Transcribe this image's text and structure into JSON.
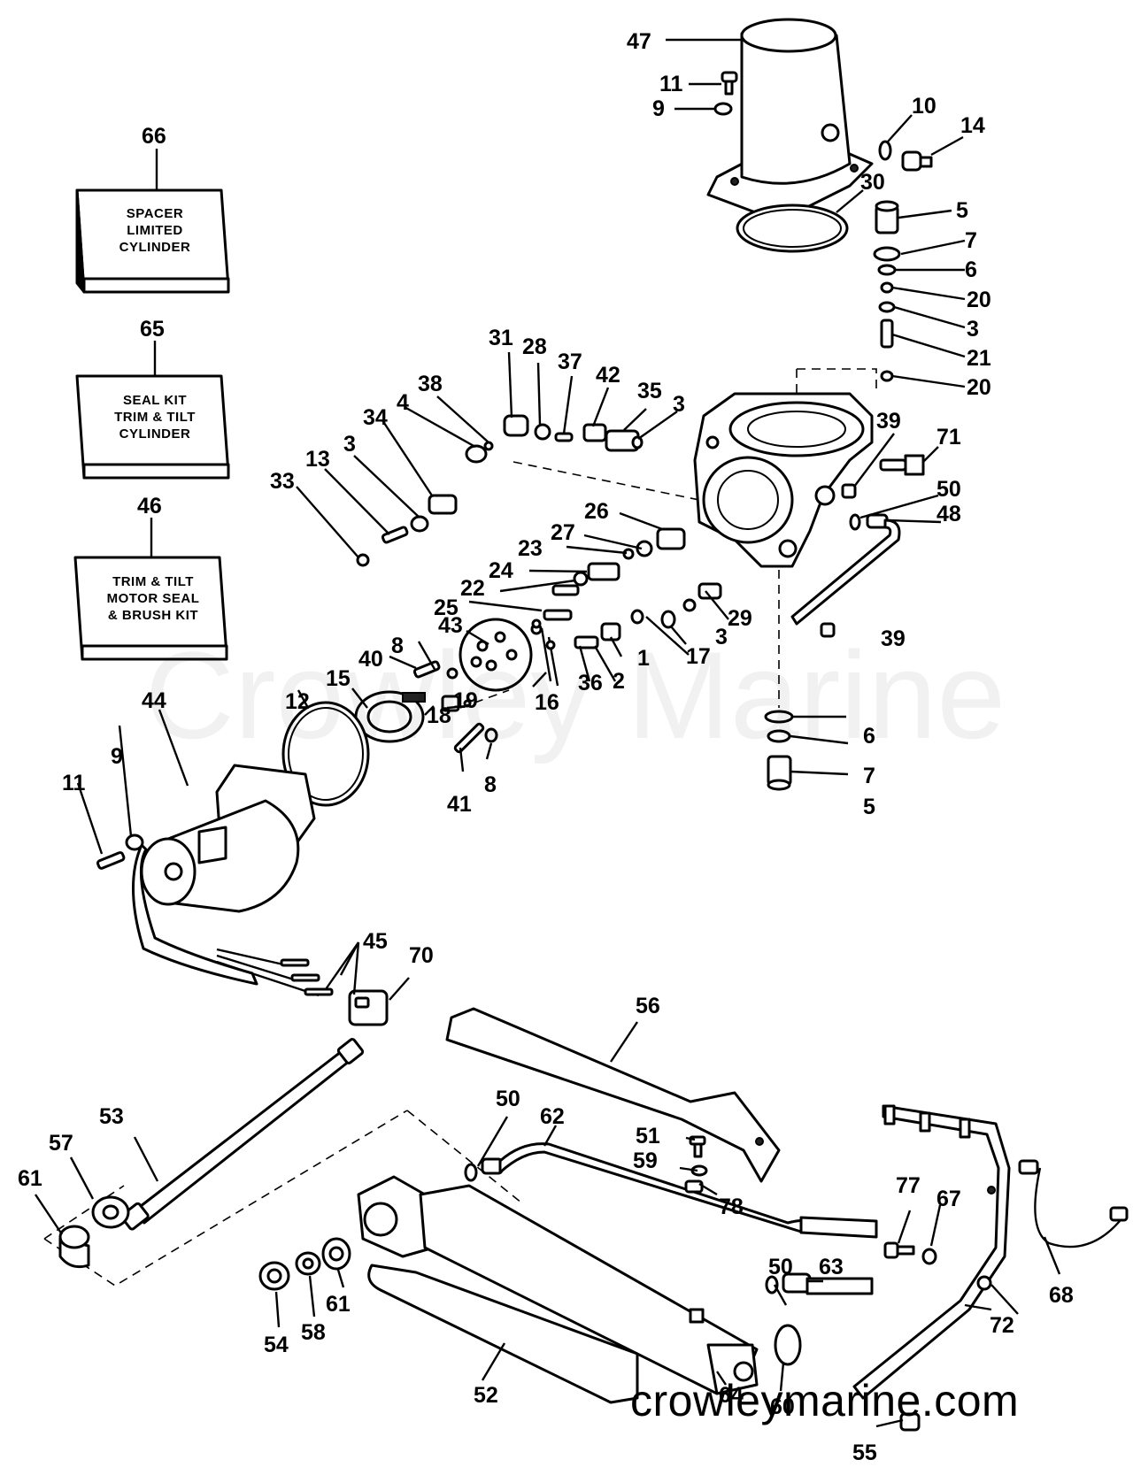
{
  "kit_boxes": [
    {
      "number": "66",
      "lines": [
        "SPACER",
        "LIMITED",
        "CYLINDER"
      ]
    },
    {
      "number": "65",
      "lines": [
        "SEAL KIT",
        "TRIM & TILT",
        "CYLINDER"
      ]
    },
    {
      "number": "46",
      "lines": [
        "TRIM & TILT",
        "MOTOR SEAL",
        "& BRUSH KIT"
      ]
    }
  ],
  "callouts": [
    "47",
    "11",
    "9",
    "10",
    "14",
    "30",
    "5",
    "7",
    "6",
    "20",
    "3",
    "21",
    "20",
    "39",
    "71",
    "50",
    "48",
    "31",
    "28",
    "37",
    "42",
    "35",
    "3",
    "38",
    "4",
    "34",
    "3",
    "13",
    "33",
    "26",
    "27",
    "23",
    "24",
    "22",
    "25",
    "29",
    "39",
    "17",
    "3",
    "1",
    "2",
    "36",
    "16",
    "43",
    "8",
    "40",
    "15",
    "18",
    "19",
    "8",
    "41",
    "12",
    "44",
    "9",
    "11",
    "6",
    "7",
    "5",
    "45",
    "70",
    "56",
    "53",
    "57",
    "61",
    "50",
    "62",
    "51",
    "59",
    "78",
    "77",
    "67",
    "68",
    "72",
    "50",
    "63",
    "54",
    "58",
    "61",
    "52",
    "64",
    "60",
    "55"
  ],
  "watermark": "Crowley Marine",
  "site": "crowleymarine.com"
}
